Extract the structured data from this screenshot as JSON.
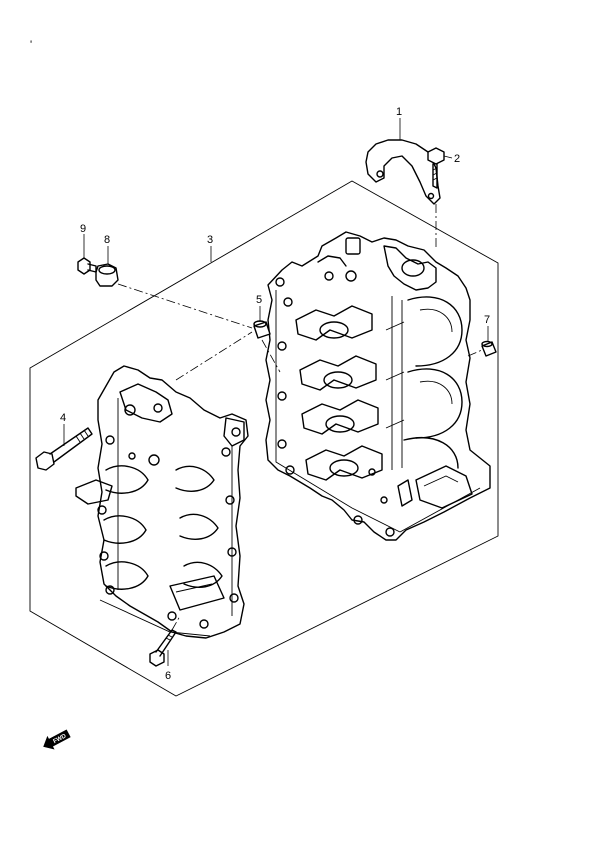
{
  "diagram": {
    "callouts": [
      {
        "id": "1",
        "label": "1",
        "part": "bracket"
      },
      {
        "id": "2",
        "label": "2",
        "part": "bolt"
      },
      {
        "id": "3",
        "label": "3",
        "part": "cylinder-block-assembly"
      },
      {
        "id": "4",
        "label": "4",
        "part": "long-bolt"
      },
      {
        "id": "5",
        "label": "5",
        "part": "dowel-pin"
      },
      {
        "id": "6",
        "label": "6",
        "part": "bolt"
      },
      {
        "id": "7",
        "label": "7",
        "part": "dowel-pin"
      },
      {
        "id": "8",
        "label": "8",
        "part": "grommet"
      },
      {
        "id": "9",
        "label": "9",
        "part": "bolt"
      }
    ],
    "forward_badge": "FWD",
    "corner_mark": "'"
  }
}
